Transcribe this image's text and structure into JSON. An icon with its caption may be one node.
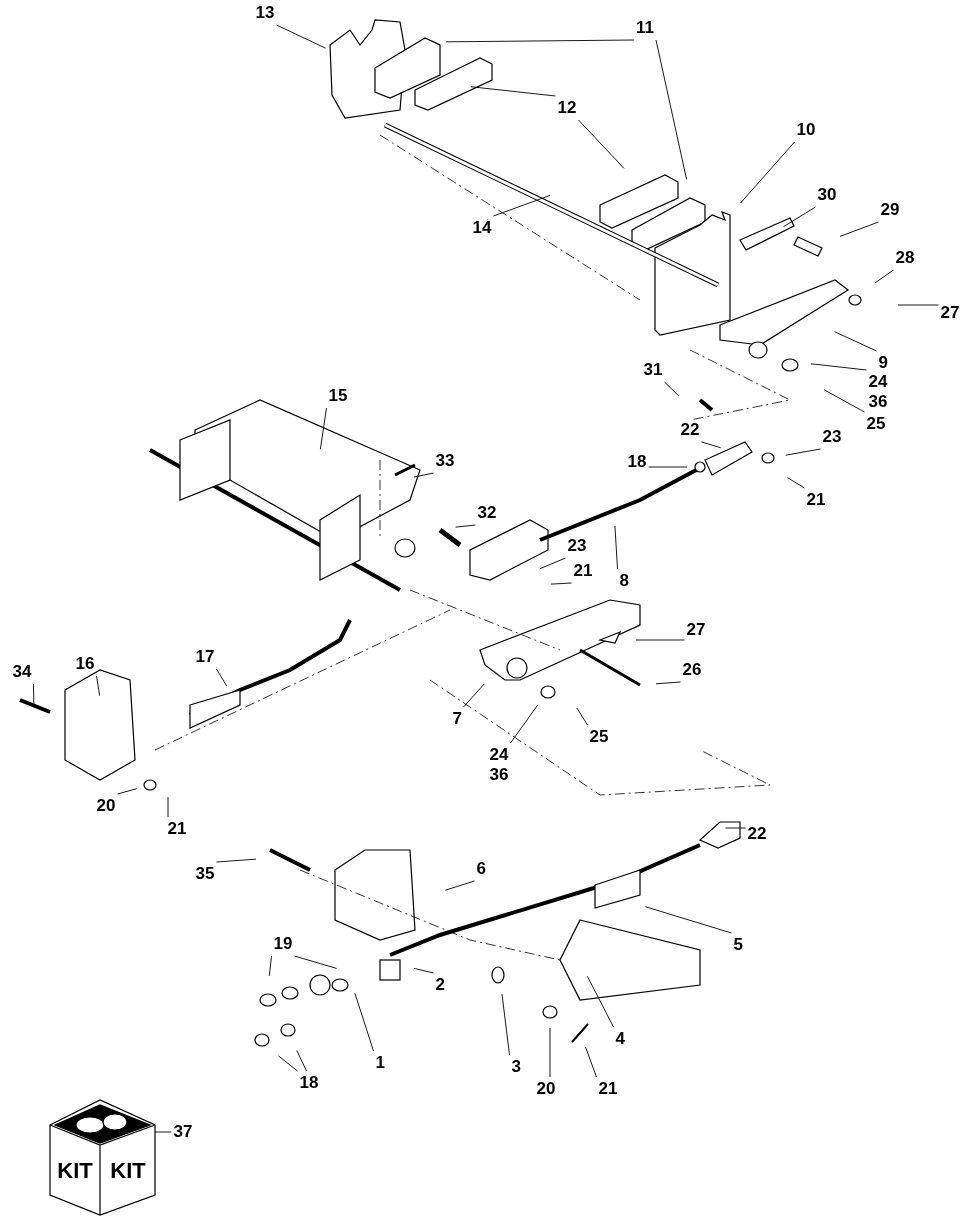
{
  "diagram": {
    "nodes": [
      {
        "text": [
          "13"
        ]
      },
      {
        "text": [
          "11"
        ]
      },
      {
        "text": [
          "12"
        ]
      },
      {
        "text": [
          "14"
        ]
      },
      {
        "text": [
          "10"
        ]
      },
      {
        "text": [
          "30"
        ]
      },
      {
        "text": [
          "29"
        ]
      },
      {
        "text": [
          "28"
        ]
      },
      {
        "text": [
          "27"
        ]
      },
      {
        "text": [
          "9"
        ]
      },
      {
        "text": [
          "24",
          "36"
        ]
      },
      {
        "text": [
          "25"
        ]
      },
      {
        "text": [
          "31"
        ]
      },
      {
        "text": [
          "22"
        ]
      },
      {
        "text": [
          "23"
        ]
      },
      {
        "text": [
          "18"
        ]
      },
      {
        "text": [
          "21"
        ]
      },
      {
        "text": [
          "15"
        ]
      },
      {
        "text": [
          "33"
        ]
      },
      {
        "text": [
          "32"
        ]
      },
      {
        "text": [
          "8"
        ]
      },
      {
        "text": [
          "23"
        ]
      },
      {
        "text": [
          "21"
        ]
      },
      {
        "text": [
          "27"
        ]
      },
      {
        "text": [
          "26"
        ]
      },
      {
        "text": [
          "7"
        ]
      },
      {
        "text": [
          "24",
          "36"
        ]
      },
      {
        "text": [
          "25"
        ]
      },
      {
        "text": [
          "16"
        ]
      },
      {
        "text": [
          "17"
        ]
      },
      {
        "text": [
          "34"
        ]
      },
      {
        "text": [
          "20"
        ]
      },
      {
        "text": [
          "21"
        ]
      },
      {
        "text": [
          "35"
        ]
      },
      {
        "text": [
          "6"
        ]
      },
      {
        "text": [
          "22"
        ]
      },
      {
        "text": [
          "5"
        ]
      },
      {
        "text": [
          "19"
        ]
      },
      {
        "text": [
          "2"
        ]
      },
      {
        "text": [
          "3"
        ]
      },
      {
        "text": [
          "4"
        ]
      },
      {
        "text": [
          "1"
        ]
      },
      {
        "text": [
          "18"
        ]
      },
      {
        "text": [
          "20"
        ]
      },
      {
        "text": [
          "21"
        ]
      },
      {
        "text": [
          "37"
        ]
      }
    ],
    "edges": [
      {
        "from": 0,
        "to": null,
        "arrow": "none"
      },
      {
        "from": 1,
        "to": null,
        "arrow": "none"
      },
      {
        "from": 1,
        "to": null,
        "arrow": "none"
      },
      {
        "from": 2,
        "to": null,
        "arrow": "none"
      },
      {
        "from": 2,
        "to": null,
        "arrow": "none"
      },
      {
        "from": 3,
        "to": null,
        "arrow": "none"
      },
      {
        "from": 4,
        "to": null,
        "arrow": "none"
      },
      {
        "from": 5,
        "to": null,
        "arrow": "none"
      },
      {
        "from": 6,
        "to": null,
        "arrow": "none"
      },
      {
        "from": 7,
        "to": null,
        "arrow": "none"
      },
      {
        "from": 8,
        "to": null,
        "arrow": "none"
      },
      {
        "from": 9,
        "to": null,
        "arrow": "none"
      },
      {
        "from": 10,
        "to": null,
        "arrow": "none"
      },
      {
        "from": 11,
        "to": null,
        "arrow": "none"
      },
      {
        "from": 12,
        "to": null,
        "arrow": "none"
      },
      {
        "from": 13,
        "to": null,
        "arrow": "none"
      },
      {
        "from": 14,
        "to": null,
        "arrow": "none"
      },
      {
        "from": 15,
        "to": null,
        "arrow": "none"
      },
      {
        "from": 16,
        "to": null,
        "arrow": "none"
      },
      {
        "from": 17,
        "to": null,
        "arrow": "none"
      },
      {
        "from": 18,
        "to": null,
        "arrow": "none"
      },
      {
        "from": 19,
        "to": null,
        "arrow": "none"
      },
      {
        "from": 20,
        "to": null,
        "arrow": "none"
      },
      {
        "from": 21,
        "to": null,
        "arrow": "none"
      },
      {
        "from": 22,
        "to": null,
        "arrow": "none"
      },
      {
        "from": 23,
        "to": null,
        "arrow": "none"
      },
      {
        "from": 24,
        "to": null,
        "arrow": "none"
      },
      {
        "from": 25,
        "to": null,
        "arrow": "none"
      },
      {
        "from": 26,
        "to": null,
        "arrow": "none"
      },
      {
        "from": 27,
        "to": null,
        "arrow": "none"
      },
      {
        "from": 28,
        "to": null,
        "arrow": "none"
      },
      {
        "from": 29,
        "to": null,
        "arrow": "none"
      },
      {
        "from": 30,
        "to": null,
        "arrow": "none"
      },
      {
        "from": 31,
        "to": null,
        "arrow": "none"
      },
      {
        "from": 32,
        "to": null,
        "arrow": "none"
      },
      {
        "from": 33,
        "to": null,
        "arrow": "none"
      },
      {
        "from": 34,
        "to": null,
        "arrow": "none"
      },
      {
        "from": 35,
        "to": null,
        "arrow": "none"
      },
      {
        "from": 36,
        "to": null,
        "arrow": "none"
      },
      {
        "from": 37,
        "to": null,
        "arrow": "none"
      },
      {
        "from": 37,
        "to": null,
        "arrow": "none"
      },
      {
        "from": 38,
        "to": null,
        "arrow": "none"
      },
      {
        "from": 39,
        "to": null,
        "arrow": "none"
      },
      {
        "from": 40,
        "to": null,
        "arrow": "none"
      },
      {
        "from": 41,
        "to": null,
        "arrow": "none"
      },
      {
        "from": 42,
        "to": null,
        "arrow": "none"
      },
      {
        "from": 42,
        "to": null,
        "arrow": "none"
      },
      {
        "from": 43,
        "to": null,
        "arrow": "none"
      },
      {
        "from": 44,
        "to": null,
        "arrow": "none"
      },
      {
        "from": 45,
        "to": null,
        "arrow": "none"
      }
    ],
    "labels": [
      "KIT",
      "KIT"
    ]
  }
}
